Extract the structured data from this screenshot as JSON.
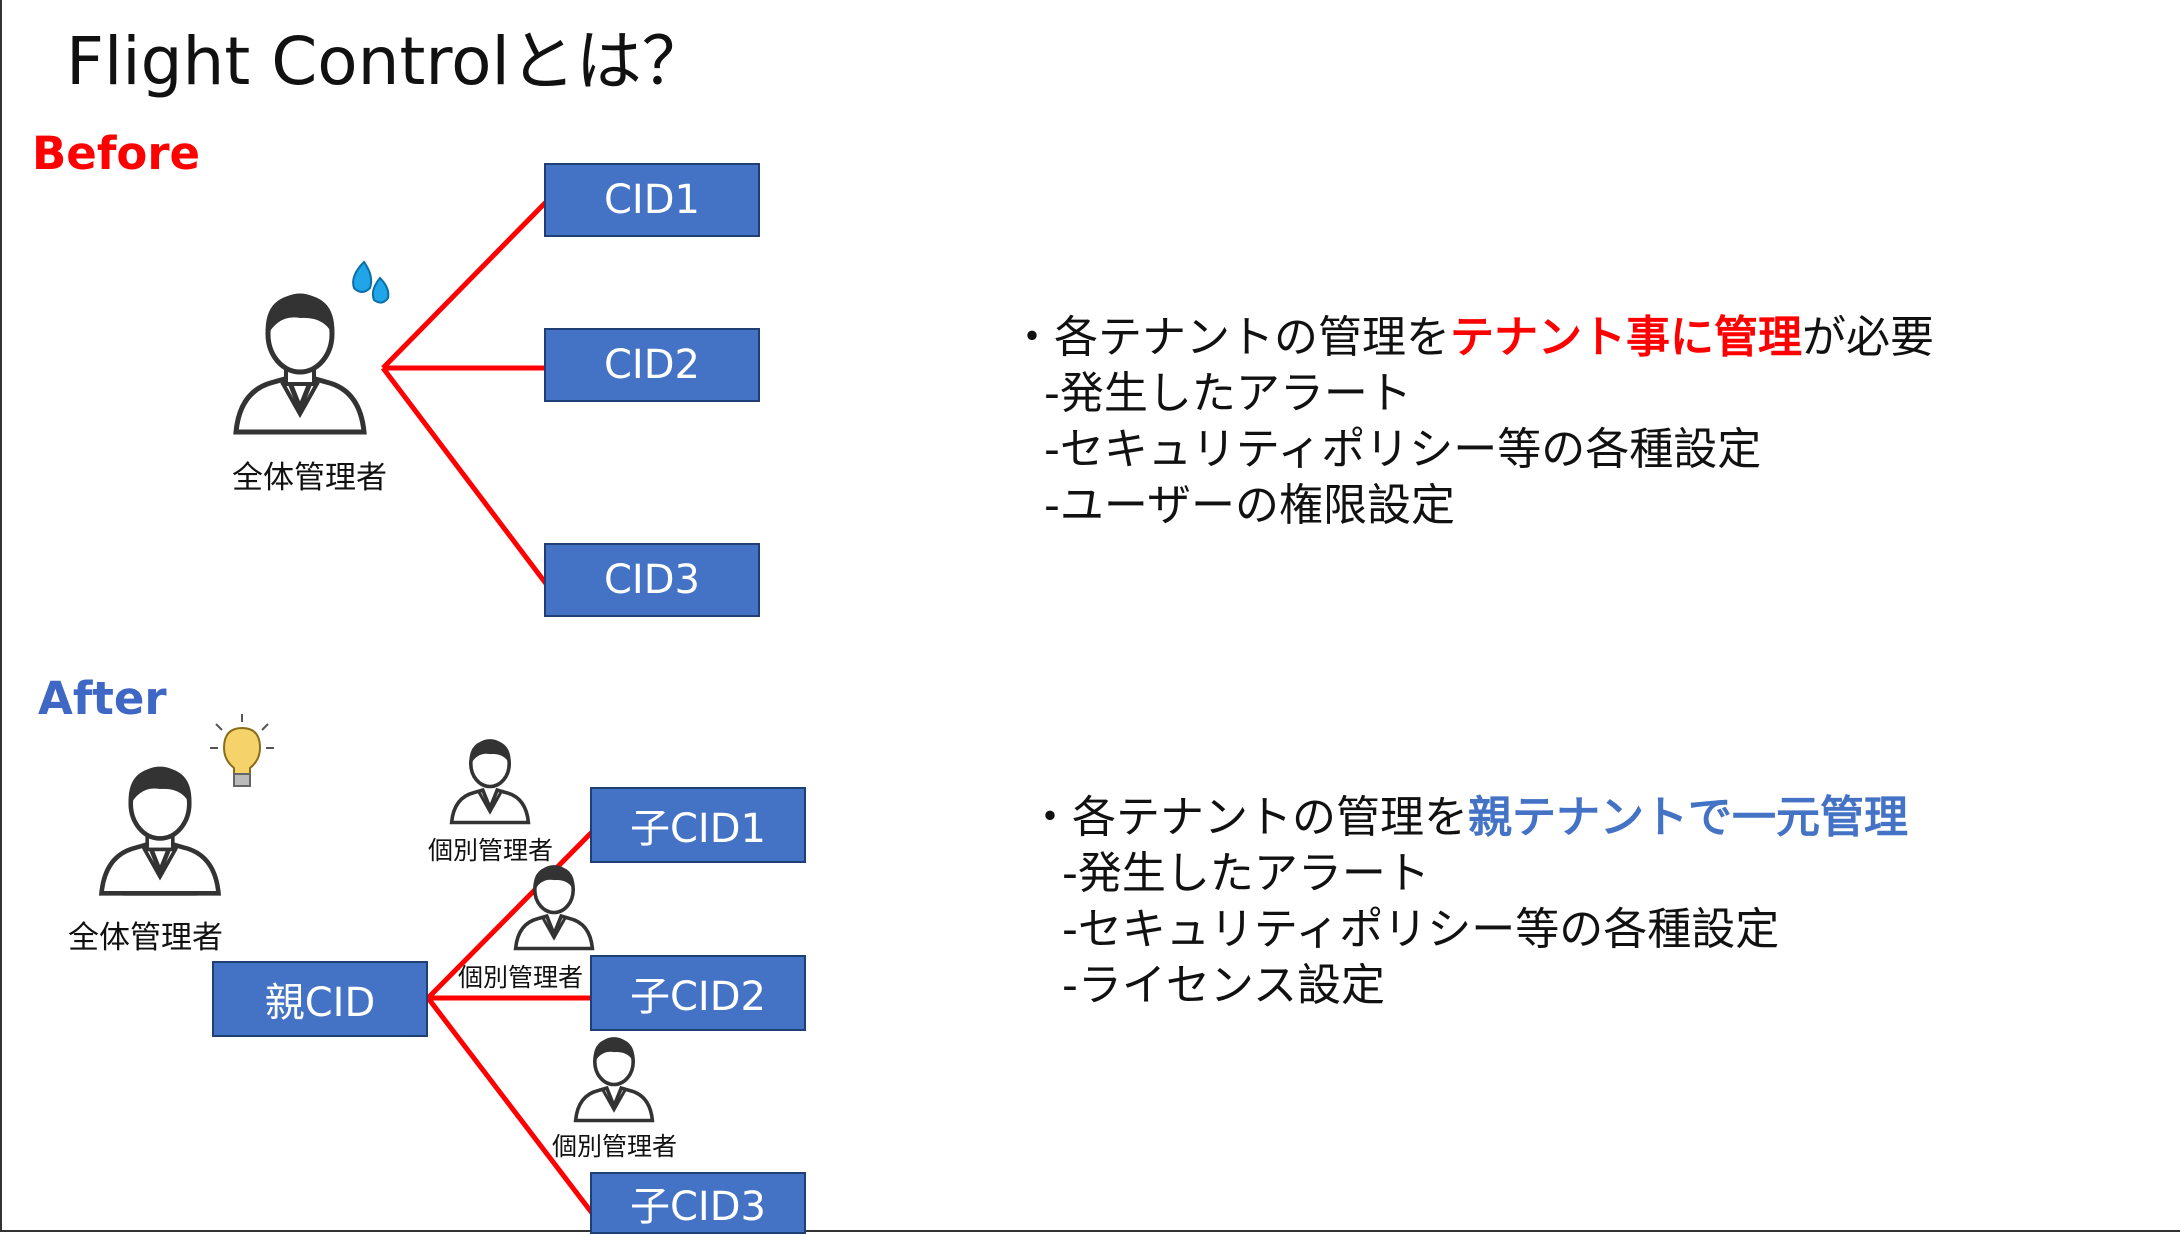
{
  "title": "Flight Controlとは？",
  "colors": {
    "red": "#ff0000",
    "blue": "#4472c4",
    "line": "#ff0000",
    "box_fill": "#4472c4"
  },
  "before": {
    "label": "Before",
    "admin_label": "全体管理者",
    "boxes": [
      "CID1",
      "CID2",
      "CID3"
    ],
    "bullets": {
      "lead_prefix": "・各テナントの管理を",
      "lead_highlight": "テナント事に管理",
      "lead_suffix": "が必要",
      "items": [
        "-発生したアラート",
        "-セキュリティポリシー等の各種設定",
        "-ユーザーの権限設定"
      ]
    }
  },
  "after": {
    "label": "After",
    "admin_label": "全体管理者",
    "parent_box": "親CID",
    "child_boxes": [
      "子CID1",
      "子CID2",
      "子CID3"
    ],
    "sub_admin_labels": [
      "個別管理者",
      "個別管理者",
      "個別管理者"
    ],
    "bullets": {
      "lead_prefix": "・各テナントの管理を",
      "lead_highlight": "親テナントで一元管理",
      "lead_suffix": "",
      "items": [
        "-発生したアラート",
        "-セキュリティポリシー等の各種設定",
        "-ライセンス設定"
      ]
    }
  },
  "icons": {
    "sweat": "sweat-drops-icon",
    "idea": "light-bulb-icon",
    "person": "person-icon"
  }
}
